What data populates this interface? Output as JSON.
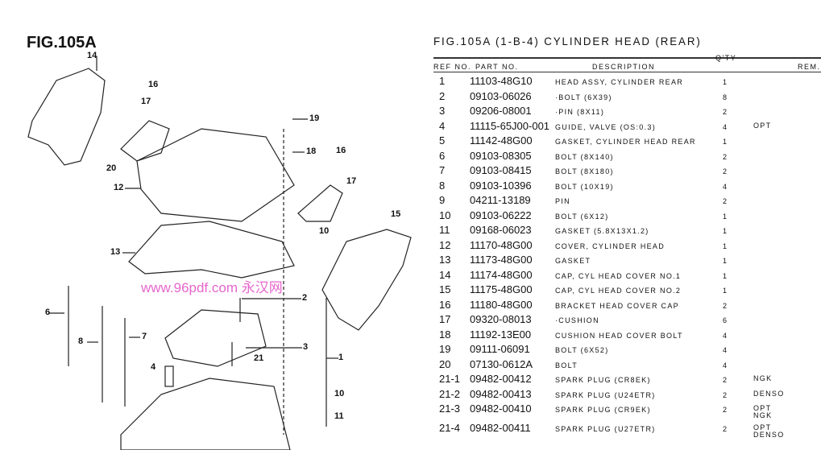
{
  "figure": {
    "label": "FIG.105A"
  },
  "callouts": [
    "14",
    "16",
    "17",
    "19",
    "18",
    "16",
    "17",
    "20",
    "12",
    "15",
    "10",
    "13",
    "6",
    "8",
    "7",
    "2",
    "3",
    "1",
    "21",
    "4",
    "10",
    "11"
  ],
  "watermark": "www.96pdf.com 永汉网",
  "table": {
    "title": "FIG.105A   (1-B-4)   CYLINDER HEAD (REAR)",
    "headers": {
      "ref": "REF NO.",
      "part": "PART NO.",
      "desc": "DESCRIPTION",
      "qty": "Q'TY",
      "rem": "REM."
    },
    "rows": [
      {
        "ref": "1",
        "part": "11103-48G10",
        "desc": "HEAD ASSY, CYLINDER REAR",
        "qty": "1",
        "rem": ""
      },
      {
        "ref": "2",
        "part": "09103-06026",
        "desc": "·BOLT (6X39)",
        "qty": "8",
        "rem": ""
      },
      {
        "ref": "3",
        "part": "09206-08001",
        "desc": "·PIN (8X11)",
        "qty": "2",
        "rem": ""
      },
      {
        "ref": "4",
        "part": "11115-65J00-001",
        "desc": "GUIDE, VALVE (OS:0.3)",
        "qty": "4",
        "rem": "OPT"
      },
      {
        "ref": "5",
        "part": "11142-48G00",
        "desc": "GASKET, CYLINDER HEAD REAR",
        "qty": "1",
        "rem": ""
      },
      {
        "ref": "6",
        "part": "09103-08305",
        "desc": "BOLT (8X140)",
        "qty": "2",
        "rem": ""
      },
      {
        "ref": "7",
        "part": "09103-08415",
        "desc": "BOLT (8X180)",
        "qty": "2",
        "rem": ""
      },
      {
        "ref": "8",
        "part": "09103-10396",
        "desc": "BOLT (10X19)",
        "qty": "4",
        "rem": ""
      },
      {
        "ref": "9",
        "part": "04211-13189",
        "desc": "PIN",
        "qty": "2",
        "rem": ""
      },
      {
        "ref": "10",
        "part": "09103-06222",
        "desc": "BOLT (6X12)",
        "qty": "1",
        "rem": ""
      },
      {
        "ref": "11",
        "part": "09168-06023",
        "desc": "GASKET (5.8X13X1.2)",
        "qty": "1",
        "rem": ""
      },
      {
        "ref": "12",
        "part": "11170-48G00",
        "desc": "COVER, CYLINDER HEAD",
        "qty": "1",
        "rem": ""
      },
      {
        "ref": "13",
        "part": "11173-48G00",
        "desc": "GASKET",
        "qty": "1",
        "rem": ""
      },
      {
        "ref": "14",
        "part": "11174-48G00",
        "desc": "CAP, CYL HEAD COVER NO.1",
        "qty": "1",
        "rem": ""
      },
      {
        "ref": "15",
        "part": "11175-48G00",
        "desc": "CAP, CYL HEAD COVER NO.2",
        "qty": "1",
        "rem": ""
      },
      {
        "ref": "16",
        "part": "11180-48G00",
        "desc": "BRACKET HEAD COVER CAP",
        "qty": "2",
        "rem": ""
      },
      {
        "ref": "17",
        "part": "09320-08013",
        "desc": "·CUSHION",
        "qty": "6",
        "rem": ""
      },
      {
        "ref": "18",
        "part": "11192-13E00",
        "desc": "CUSHION HEAD COVER BOLT",
        "qty": "4",
        "rem": ""
      },
      {
        "ref": "19",
        "part": "09111-06091",
        "desc": "BOLT (6X52)",
        "qty": "4",
        "rem": ""
      },
      {
        "ref": "20",
        "part": "07130-0612A",
        "desc": "BOLT",
        "qty": "4",
        "rem": ""
      },
      {
        "ref": "21-1",
        "part": "09482-00412",
        "desc": "SPARK PLUG (CR8EK)",
        "qty": "2",
        "rem": "NGK"
      },
      {
        "ref": "21-2",
        "part": "09482-00413",
        "desc": "SPARK PLUG (U24ETR)",
        "qty": "2",
        "rem": "DENSO"
      },
      {
        "ref": "21-3",
        "part": "09482-00410",
        "desc": "SPARK PLUG (CR9EK)",
        "qty": "2",
        "rem": "OPT\nNGK"
      },
      {
        "ref": "21-4",
        "part": "09482-00411",
        "desc": "SPARK PLUG (U27ETR)",
        "qty": "2",
        "rem": "OPT\nDENSO"
      }
    ]
  }
}
